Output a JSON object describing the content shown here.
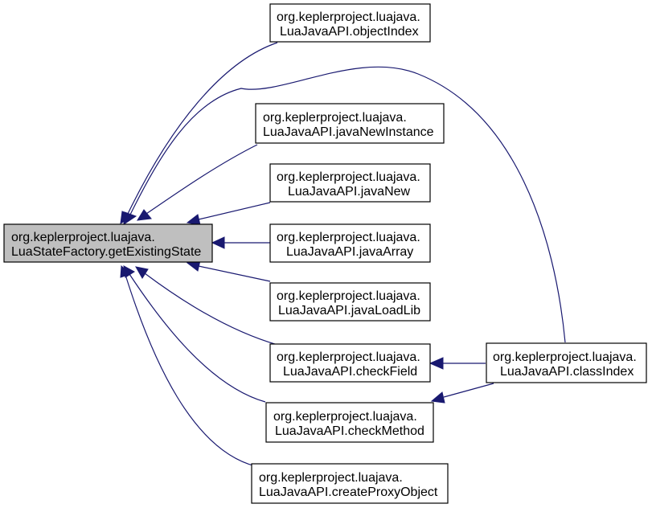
{
  "nodes": [
    {
      "id": "getExistingState",
      "line1": "org.keplerproject.luajava.",
      "line2": "LuaStateFactory.getExistingState"
    },
    {
      "id": "objectIndex",
      "line1": "org.keplerproject.luajava.",
      "line2": "LuaJavaAPI.objectIndex"
    },
    {
      "id": "javaNewInstance",
      "line1": "org.keplerproject.luajava.",
      "line2": "LuaJavaAPI.javaNewInstance"
    },
    {
      "id": "javaNew",
      "line1": "org.keplerproject.luajava.",
      "line2": "LuaJavaAPI.javaNew"
    },
    {
      "id": "javaArray",
      "line1": "org.keplerproject.luajava.",
      "line2": "LuaJavaAPI.javaArray"
    },
    {
      "id": "javaLoadLib",
      "line1": "org.keplerproject.luajava.",
      "line2": "LuaJavaAPI.javaLoadLib"
    },
    {
      "id": "checkField",
      "line1": "org.keplerproject.luajava.",
      "line2": "LuaJavaAPI.checkField"
    },
    {
      "id": "checkMethod",
      "line1": "org.keplerproject.luajava.",
      "line2": "LuaJavaAPI.checkMethod"
    },
    {
      "id": "createProxyObject",
      "line1": "org.keplerproject.luajava.",
      "line2": "LuaJavaAPI.createProxyObject"
    },
    {
      "id": "classIndex",
      "line1": "org.keplerproject.luajava.",
      "line2": "LuaJavaAPI.classIndex"
    }
  ],
  "edges": [
    {
      "from": "objectIndex",
      "to": "getExistingState"
    },
    {
      "from": "classIndex",
      "to": "getExistingState"
    },
    {
      "from": "javaNewInstance",
      "to": "getExistingState"
    },
    {
      "from": "javaNew",
      "to": "getExistingState"
    },
    {
      "from": "javaArray",
      "to": "getExistingState"
    },
    {
      "from": "javaLoadLib",
      "to": "getExistingState"
    },
    {
      "from": "checkField",
      "to": "getExistingState"
    },
    {
      "from": "checkMethod",
      "to": "getExistingState"
    },
    {
      "from": "createProxyObject",
      "to": "getExistingState"
    },
    {
      "from": "classIndex",
      "to": "checkField"
    },
    {
      "from": "classIndex",
      "to": "checkMethod"
    }
  ],
  "colors": {
    "edge": "#191970",
    "focus_fill": "#bfbfbf",
    "node_fill": "#ffffff",
    "border": "#000000"
  }
}
